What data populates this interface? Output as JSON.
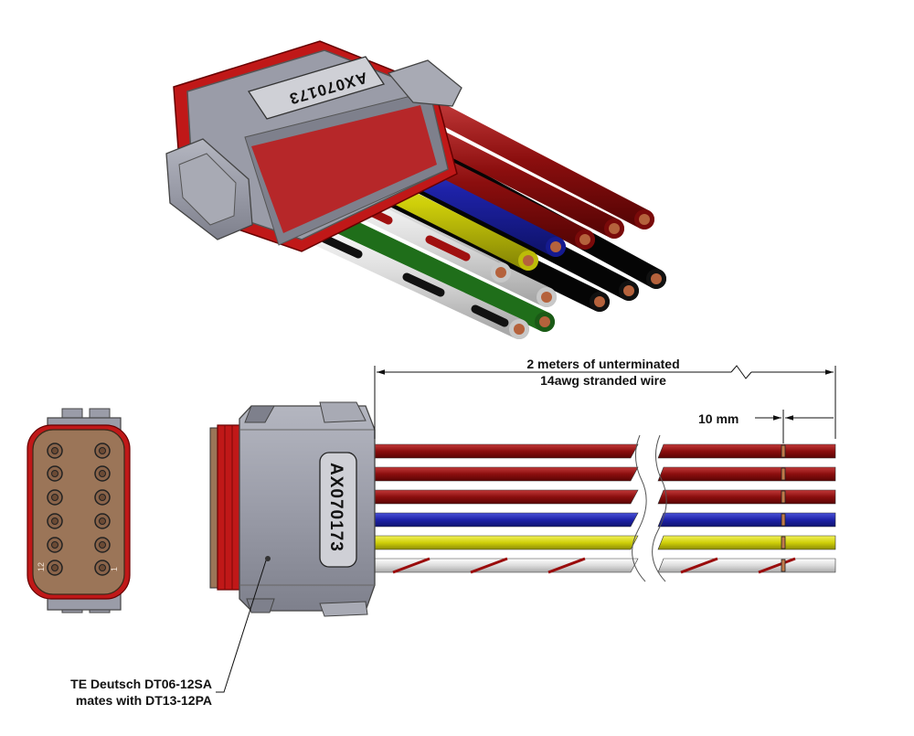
{
  "part_number": "AX070173",
  "pin_labels": {
    "first": "1",
    "last": "12"
  },
  "annotations": {
    "wire_length_line1": "2 meters of unterminated",
    "wire_length_line2": "14awg stranded wire",
    "strip_length": "10 mm",
    "connector_line1": "TE Deutsch DT06-12SA",
    "connector_line2": "mates with DT13-12PA"
  },
  "colors": {
    "housing": "#9a9ca8",
    "housing_dark": "#6f717c",
    "seal": "#c01818",
    "face": "#9b7558",
    "wire_red": "#8b0e0e",
    "wire_blue": "#1e22a8",
    "wire_yellow": "#d6d60a",
    "wire_white": "#e2e2e2",
    "wire_green": "#1f6e1a",
    "wire_black": "#050505",
    "copper": "#b5623c"
  },
  "wires_side_view": [
    "red",
    "red",
    "red",
    "blue",
    "yellow",
    "white-red-stripe"
  ],
  "wires_iso_view": [
    "red",
    "red",
    "red",
    "blue",
    "yellow",
    "white",
    "white-red",
    "green",
    "white-black",
    "black",
    "black",
    "black"
  ]
}
